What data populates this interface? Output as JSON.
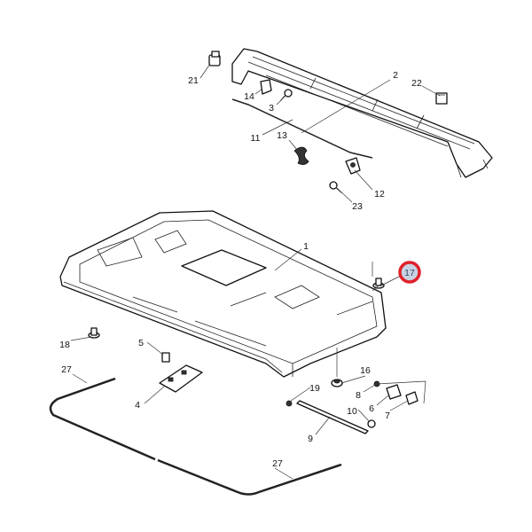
{
  "diagram": {
    "callouts": [
      "21",
      "2",
      "22",
      "14",
      "3",
      "11",
      "13",
      "12",
      "23",
      "1",
      "17",
      "18",
      "5",
      "16",
      "19",
      "8",
      "6",
      "4",
      "10",
      "7",
      "9",
      "27",
      "27"
    ],
    "highlighted": "17",
    "highlight_color": "#e0202a",
    "highlight_fill": "#c7d3e3"
  }
}
